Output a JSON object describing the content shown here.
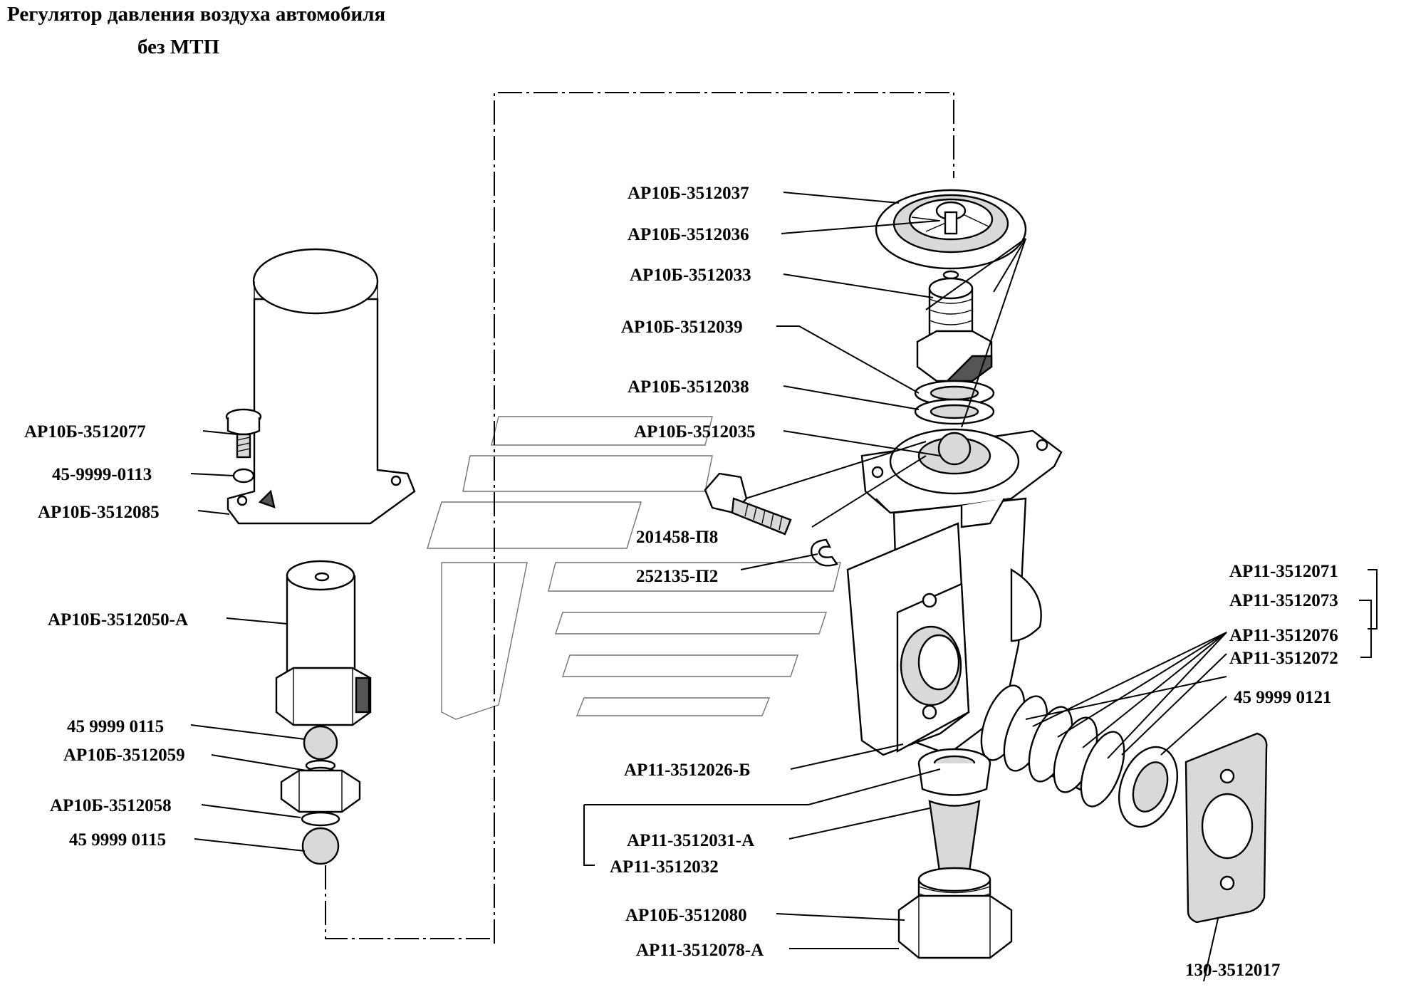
{
  "title": {
    "line1": "Регулятор давления воздуха автомобиля",
    "line2": "без МТП"
  },
  "labels": {
    "ar10b_3512037": "АР10Б-3512037",
    "ar10b_3512036": "АР10Б-3512036",
    "ar10b_3512033": "АР10Б-3512033",
    "ar10b_3512039": "АР10Б-3512039",
    "ar10b_3512038": "АР10Б-3512038",
    "ar10b_3512035": "АР10Б-3512035",
    "p201458_p8": "201458-П8",
    "p252135_p2": "252135-П2",
    "ar10b_3512077": "АР10Б-3512077",
    "p45_9999_0113": "45-9999-0113",
    "ar10b_3512085": "АР10Б-3512085",
    "ar10b_3512050a": "АР10Б-3512050-А",
    "p45_9999_0115_a": "45 9999 0115",
    "ar10b_3512059": "АР10Б-3512059",
    "ar10b_3512058": "АР10Б-3512058",
    "p45_9999_0115_b": "45 9999 0115",
    "ar11_3512071": "АР11-3512071",
    "ar11_3512073": "АР11-3512073",
    "ar11_3512076": "АР11-3512076",
    "ar11_3512072": "АР11-3512072",
    "p45_9999_0121": "45 9999 0121",
    "ar11_3512026b": "АР11-3512026-Б",
    "ar11_3512031a": "АР11-3512031-А",
    "ar11_3512032": "АР11-3512032",
    "ar10b_3512080": "АР10Б-3512080",
    "ar11_3512078a": "АР11-3512078-А",
    "p130_3512017": "130-3512017"
  }
}
